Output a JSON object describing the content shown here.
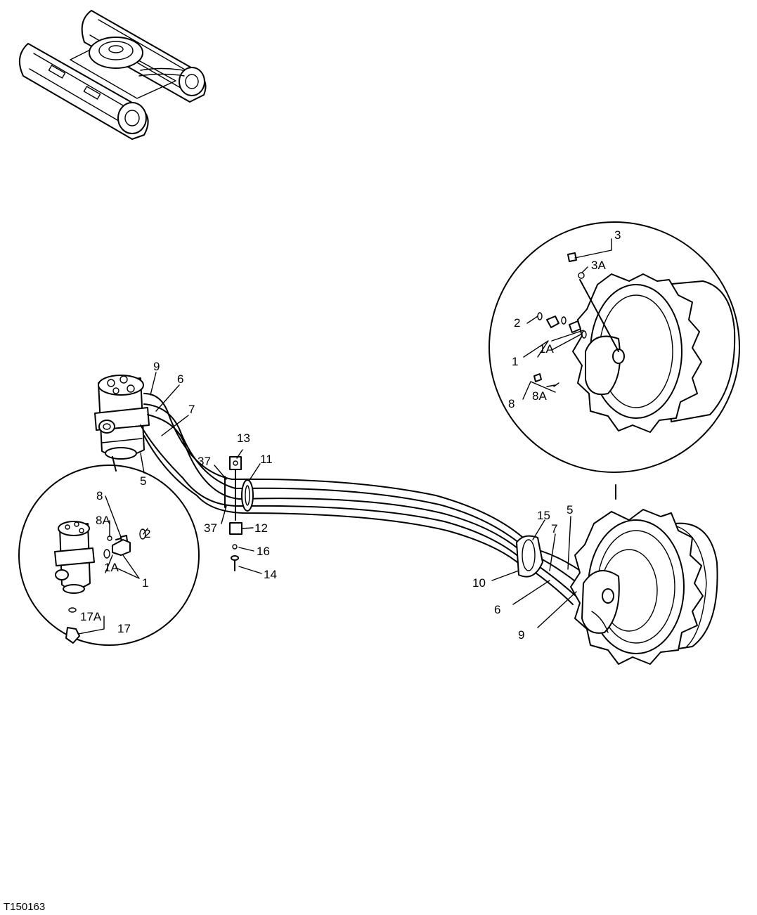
{
  "figure_code": "T150163",
  "callouts": {
    "main_left": {
      "c9": "9",
      "c6": "6",
      "c7": "7",
      "c5": "5"
    },
    "main_mid": {
      "c13": "13",
      "c37a": "37",
      "c11": "11",
      "c37b": "37",
      "c12": "12",
      "c16": "16",
      "c14": "14"
    },
    "main_right": {
      "c15": "15",
      "c5": "5",
      "c7": "7",
      "c10": "10",
      "c6": "6",
      "c9": "9"
    },
    "inset_left": {
      "c8": "8",
      "c8A": "8A",
      "c2": "2",
      "c1A": "1A",
      "c1": "1",
      "c17A": "17A",
      "c17": "17"
    },
    "inset_right": {
      "c3": "3",
      "c3A": "3A",
      "c2": "2",
      "c1A": "1A",
      "c1": "1",
      "c8": "8",
      "c8A": "8A"
    }
  },
  "icons": [
    "crawler-undercarriage-icon",
    "swivel-joint-icon",
    "travel-motor-sprocket-icon",
    "hose-bundle-icon",
    "clamp-icon",
    "bolt-icon",
    "o-ring-icon"
  ]
}
